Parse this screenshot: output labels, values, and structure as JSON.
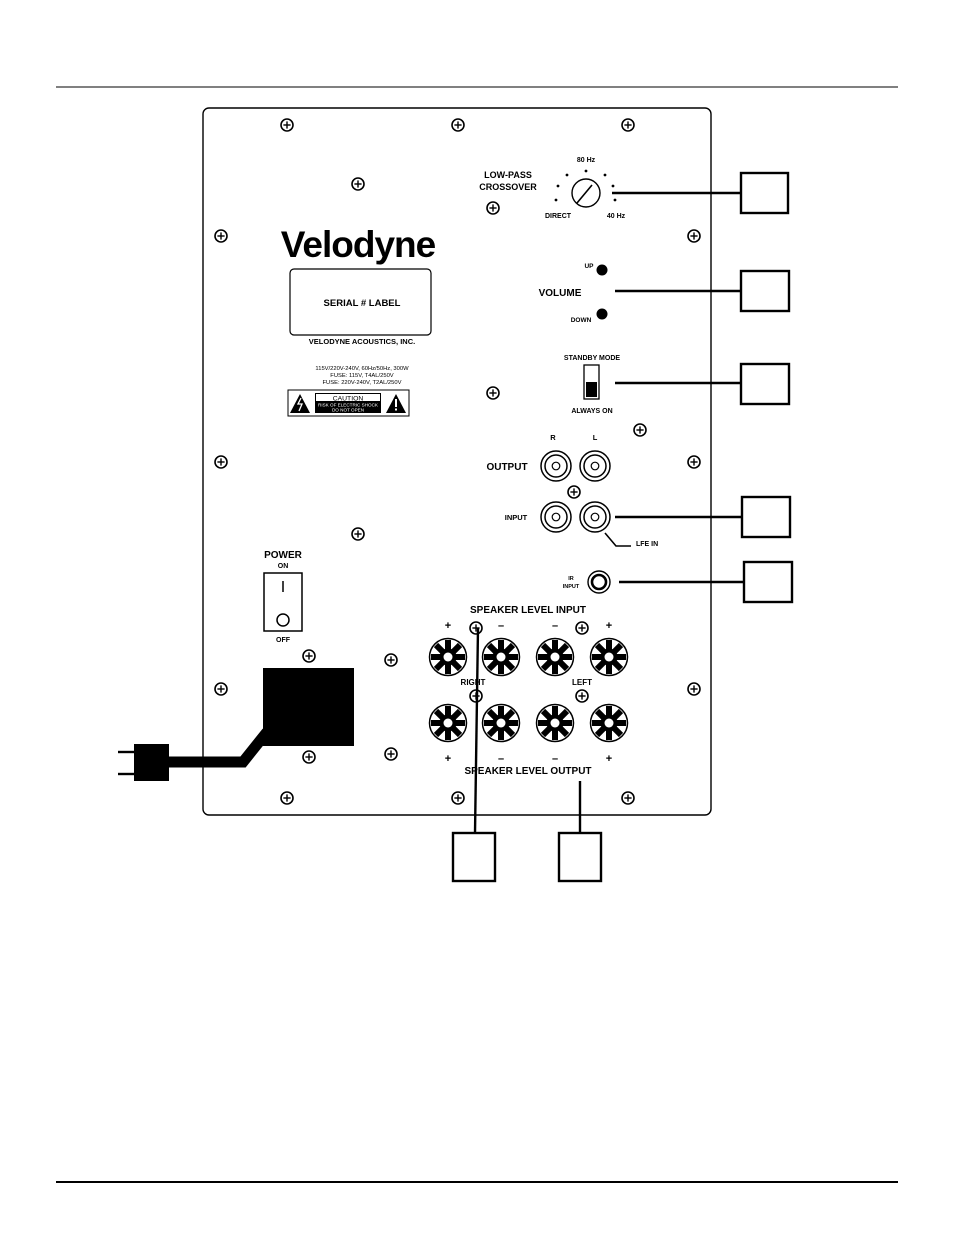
{
  "brand": {
    "logo_text": "Velodyne",
    "company": "VELODYNE ACOUSTICS, INC.",
    "serial_label": "SERIAL # LABEL",
    "specs": [
      "115V/220V-240V, 60Hz/50Hz, 300W",
      "FUSE: 115V, T4AL/250V",
      "FUSE: 220V-240V, T2AL/250V"
    ],
    "caution_title": "CAUTION",
    "caution_lines": [
      "RISK OF ELECTRIC SHOCK",
      "DO NOT OPEN"
    ]
  },
  "crossover": {
    "title_line1": "LOW-PASS",
    "title_line2": "CROSSOVER",
    "label_80": "80 Hz",
    "label_direct": "DIRECT",
    "label_40": "40 Hz"
  },
  "volume": {
    "label": "VOLUME",
    "up": "UP",
    "down": "DOWN"
  },
  "standby": {
    "label_top": "STANDBY MODE",
    "label_bottom": "ALWAYS ON"
  },
  "rca": {
    "label_r": "R",
    "label_l": "L",
    "output": "OUTPUT",
    "input": "INPUT",
    "lfe": "LFE  IN"
  },
  "ir": {
    "line1": "IR",
    "line2": "INPUT"
  },
  "power": {
    "label": "POWER",
    "on": "ON",
    "off": "OFF"
  },
  "speaker": {
    "input_title": "SPEAKER LEVEL INPUT",
    "output_title": "SPEAKER LEVEL OUTPUT",
    "right": "RIGHT",
    "left": "LEFT",
    "top_polarity": [
      "+",
      "–",
      "–",
      "+"
    ],
    "bottom_polarity": [
      "+",
      "–",
      "–",
      "+"
    ]
  }
}
